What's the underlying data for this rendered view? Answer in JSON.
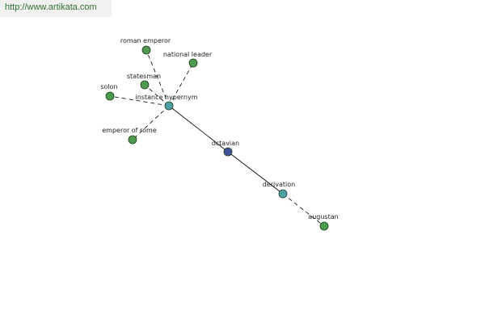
{
  "header": {
    "url": "http://www.artikata.com"
  },
  "colors": {
    "leaf_node": "#4e9a4e",
    "relation_node": "#4fa1a8",
    "center_node": "#3f5199",
    "edge": "#000000"
  },
  "graph": {
    "nodes": [
      {
        "id": "roman-emperor",
        "label": "roman emperor",
        "kind": "leaf"
      },
      {
        "id": "national-leader",
        "label": "national leader",
        "kind": "leaf"
      },
      {
        "id": "statesman",
        "label": "statesman",
        "kind": "leaf"
      },
      {
        "id": "solon",
        "label": "solon",
        "kind": "leaf"
      },
      {
        "id": "instance-hypernym",
        "label": "instance hypernym",
        "kind": "relation"
      },
      {
        "id": "emperor-of-rome",
        "label": "emperor of rome",
        "kind": "leaf"
      },
      {
        "id": "octavian",
        "label": "octavian",
        "kind": "center"
      },
      {
        "id": "derivation",
        "label": "derivation",
        "kind": "relation"
      },
      {
        "id": "augustan",
        "label": "augustan",
        "kind": "leaf"
      }
    ],
    "edges": [
      {
        "from": "instance-hypernym",
        "to": "roman-emperor",
        "style": "dashed"
      },
      {
        "from": "instance-hypernym",
        "to": "national-leader",
        "style": "dashed"
      },
      {
        "from": "instance-hypernym",
        "to": "statesman",
        "style": "dashed"
      },
      {
        "from": "instance-hypernym",
        "to": "solon",
        "style": "dashed"
      },
      {
        "from": "instance-hypernym",
        "to": "emperor-of-rome",
        "style": "dashed"
      },
      {
        "from": "octavian",
        "to": "instance-hypernym",
        "style": "solid"
      },
      {
        "from": "octavian",
        "to": "derivation",
        "style": "solid"
      },
      {
        "from": "derivation",
        "to": "augustan",
        "style": "dashed"
      }
    ]
  }
}
